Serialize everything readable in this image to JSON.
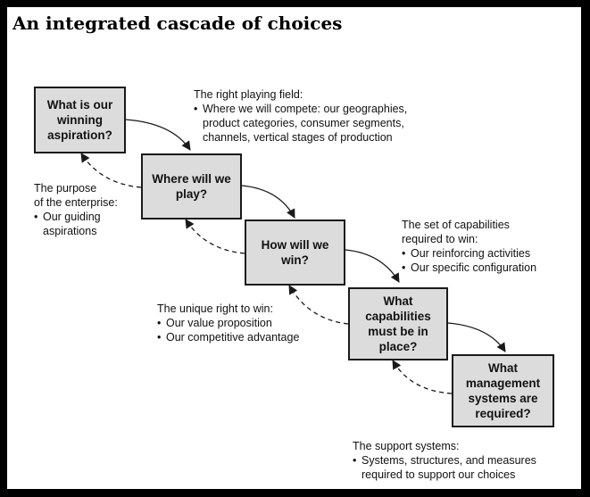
{
  "title": "An integrated cascade of choices",
  "boxes": [
    {
      "label": "What is our\nwinning\naspiration?"
    },
    {
      "label": "Where will we\nplay?"
    },
    {
      "label": "How will we\nwin?"
    },
    {
      "label": "What\ncapabilities\nmust be in\nplace?"
    },
    {
      "label": "What\nmanagement\nsystems are\nrequired?"
    }
  ],
  "notes": {
    "playing_field": {
      "heading": "The right playing field:",
      "bullet": [
        "Where we will compete: our geographies,",
        "product categories, consumer segments,",
        "channels, vertical stages of production"
      ]
    },
    "purpose": {
      "heading1": "The purpose",
      "heading2": "of the enterprise:",
      "bullet": [
        "Our guiding",
        "aspirations"
      ]
    },
    "capabilities": {
      "heading1": "The set of capabilities",
      "heading2": "required to win:",
      "bullets": [
        "Our reinforcing activities",
        "Our specific configuration"
      ]
    },
    "unique_right": {
      "heading": "The unique right to win:",
      "bullets": [
        "Our value proposition",
        "Our competitive advantage"
      ]
    },
    "support": {
      "heading": "The support systems:",
      "bullet": [
        "Systems, structures, and measures",
        "required to support our choices"
      ]
    }
  }
}
